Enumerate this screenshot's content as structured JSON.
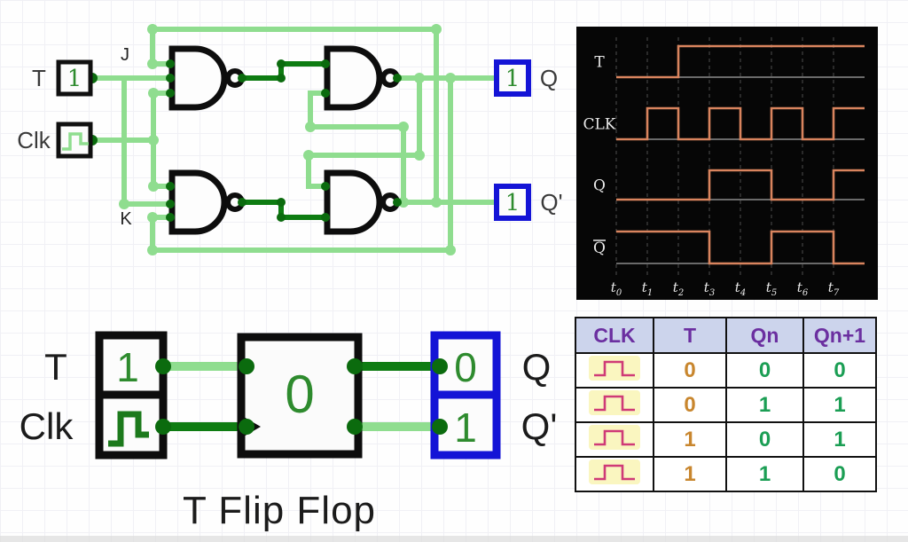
{
  "colors": {
    "wire_high": "#8fdd8f",
    "wire_low": "#0e7c12",
    "node": "#0b6b0e",
    "blue": "#1414d6",
    "digit_green": "#2e8b2e",
    "trace": "#d9845e",
    "header_text": "#6b2fa0",
    "header_bg": "#ccd4ec",
    "t_orange": "#c8862e",
    "q_green": "#1b9e54",
    "pulse_pink": "#cf3a77",
    "pulse_bg": "#faf6c0"
  },
  "circuit": {
    "t_label": "T",
    "clk_label": "Clk",
    "j_label": "J",
    "k_label": "K",
    "q_label": "Q",
    "qprime_label": "Q'",
    "t_value": "1",
    "q_value": "1",
    "qprime_value": "1"
  },
  "timing": {
    "signals": [
      {
        "name": "T",
        "overline": false,
        "levels": [
          0,
          0,
          1,
          1,
          1,
          1,
          1,
          1
        ]
      },
      {
        "name": "CLK",
        "overline": false,
        "levels": [
          0,
          1,
          0,
          1,
          0,
          1,
          0,
          1
        ]
      },
      {
        "name": "Q",
        "overline": false,
        "levels": [
          0,
          0,
          0,
          1,
          1,
          0,
          0,
          1
        ]
      },
      {
        "name": "Q",
        "overline": true,
        "levels": [
          1,
          1,
          1,
          0,
          0,
          1,
          1,
          0
        ]
      }
    ],
    "ticks": [
      {
        "base": "t",
        "sub": "0"
      },
      {
        "base": "t",
        "sub": "1"
      },
      {
        "base": "t",
        "sub": "2"
      },
      {
        "base": "t",
        "sub": "3"
      },
      {
        "base": "t",
        "sub": "4"
      },
      {
        "base": "t",
        "sub": "5"
      },
      {
        "base": "t",
        "sub": "6"
      },
      {
        "base": "t",
        "sub": "7"
      }
    ]
  },
  "table": {
    "headers": [
      "CLK",
      "T",
      "Qn",
      "Qn+1"
    ],
    "rows": [
      {
        "clk": "pulse",
        "t": "0",
        "qn": "0",
        "qn1": "0"
      },
      {
        "clk": "pulse",
        "t": "0",
        "qn": "1",
        "qn1": "1"
      },
      {
        "clk": "pulse",
        "t": "1",
        "qn": "0",
        "qn1": "1"
      },
      {
        "clk": "pulse",
        "t": "1",
        "qn": "1",
        "qn1": "0"
      }
    ]
  },
  "block_diagram": {
    "t_label": "T",
    "clk_label": "Clk",
    "q_label": "Q",
    "qprime_label": "Q'",
    "t_value": "1",
    "state_value": "0",
    "q_value": "0",
    "qprime_value": "1",
    "caption": "T Flip Flop"
  }
}
